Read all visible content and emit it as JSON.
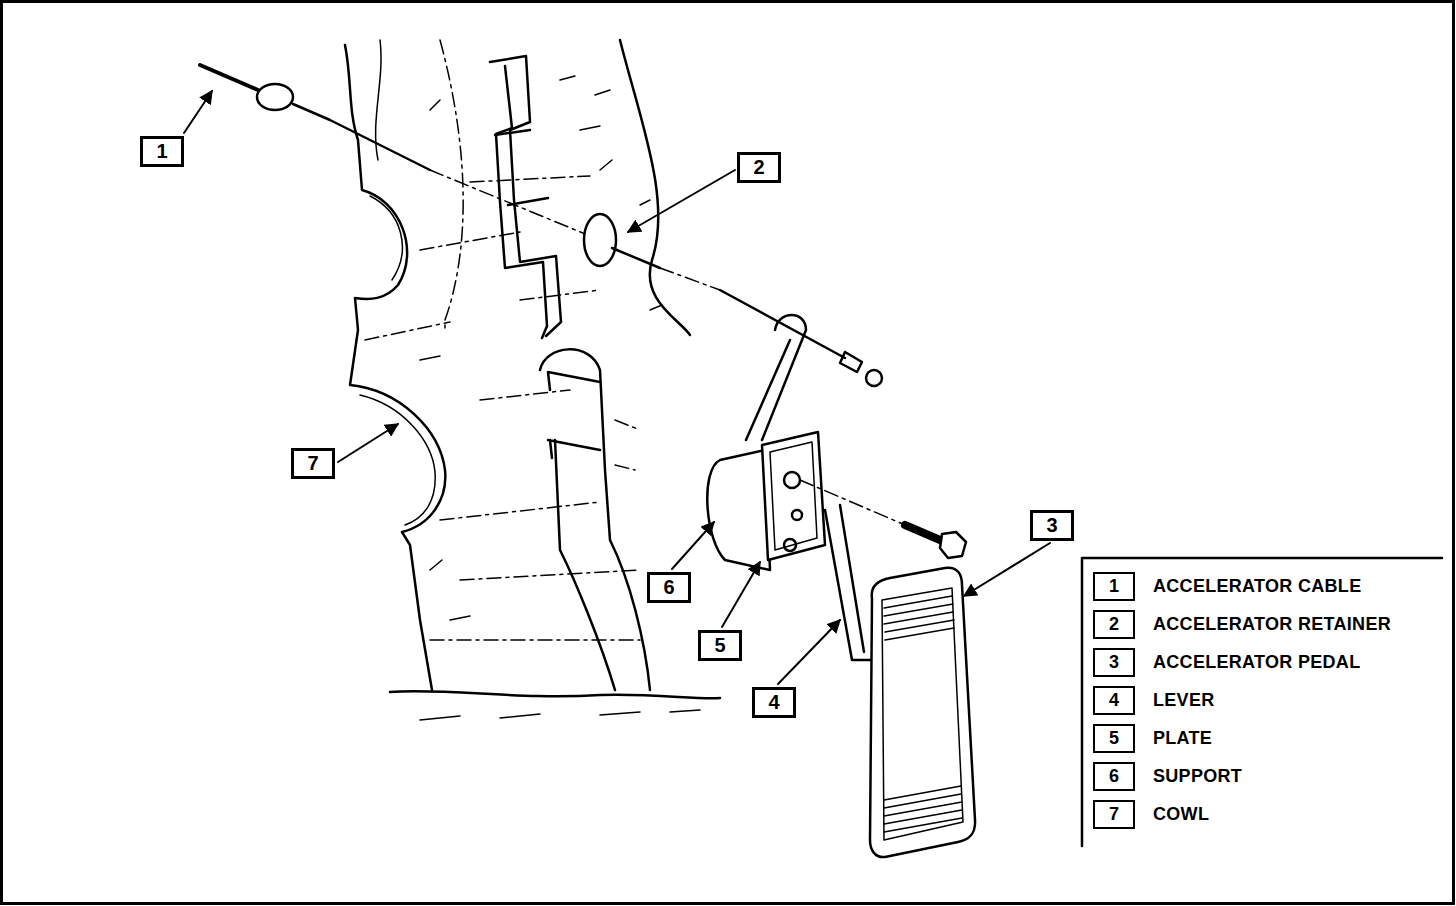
{
  "diagram": {
    "nodes": [
      {
        "text": [
          "1"
        ]
      },
      {
        "text": [
          "2"
        ]
      },
      {
        "text": [
          "7"
        ]
      },
      {
        "text": [
          "3"
        ]
      },
      {
        "text": [
          "6"
        ]
      },
      {
        "text": [
          "5"
        ]
      },
      {
        "text": [
          "4"
        ]
      }
    ],
    "labels": [
      "1",
      "ACCELERATOR CABLE",
      "2",
      "ACCELERATOR RETAINER",
      "3",
      "ACCELERATOR PEDAL",
      "4",
      "LEVER",
      "5",
      "PLATE",
      "6",
      "SUPPORT",
      "7",
      "COWL"
    ]
  }
}
